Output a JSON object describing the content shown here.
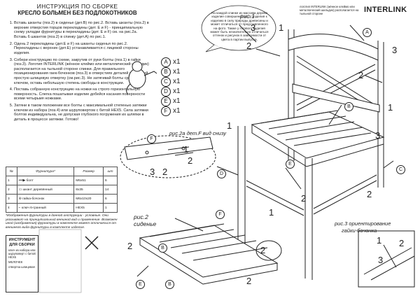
{
  "header": {
    "title1": "ИНСТРУКЦИЯ ПО СБОРКЕ",
    "title2": "КРЕСЛО БОЛЬМЕН БЕЗ ПОДЛОКОТНИКОВ"
  },
  "steps": [
    "Вставь шканты (поз.2) в сиденье (дет.В) по рис.2. Вставь шканты (поз.2) в верхние отверстия торцов перекладины (дет. Е и F) - принципиальную схему укладки фурнитуры в перекладины (дет. Е и F) см. на рис.2а. Вставь 6 шкантов (поз.2) в спинку (дет.А) по рис.1.",
    "Одень 2 перекладины (дет.Е и F) на шканты сиденья по рис.2. Перекладины с верхних (дет.Е) устанавливается с лицевой стороны изделия.",
    "Собери конструкцию по схеме, закрутив от руки болты (поз.1) в гайки (поз.3). Логотип INTERLINK (жённое клеймо или металлический шильдик) располагается на тыльной стороне спинки. Для правильного позиционирования гаек-бочонков (поз.3) в отверстиях деталей используй простую шлицевую отвертку (см.рис.3). Не затягивай болты сразу ключом, оставь небольшую степень свободы в конструкции.",
    "Поставь собранную конструкцию на ножки на строго горизонтальную поверхность. Слегка пошатывая изделие добейся касания поверхности всеми четырьмя ножками.",
    "Затяни в таком положении все болты с максимальной степенью затяжки ключом из набора (поз.4) или шуруповертом с битой HEX5. Сила затяжки болтов индивидуальна, не допуская глубокого погружения их шляпки в деталь в процессе затяжки. Готово!"
  ],
  "parts": [
    {
      "letter": "A",
      "qty": "x1"
    },
    {
      "letter": "B",
      "qty": "x1"
    },
    {
      "letter": "C",
      "qty": "x1"
    },
    {
      "letter": "D",
      "qty": "x1"
    },
    {
      "letter": "E",
      "qty": "x1"
    },
    {
      "letter": "F",
      "qty": "x1"
    }
  ],
  "hardware": {
    "headers": [
      "№",
      "Фурнитура*",
      "Размер",
      "шт"
    ],
    "rows": [
      {
        "n": "1",
        "name": "болт",
        "size": "M6x51",
        "qty": "6"
      },
      {
        "n": "2",
        "name": "шкант деревянный",
        "size": "8x35",
        "qty": "14"
      },
      {
        "n": "3",
        "name": "гайка-бочонок",
        "size": "M6x10x20",
        "qty": "6"
      },
      {
        "n": "4",
        "name": "ключ 6-гранный",
        "size": "HEX5",
        "qty": "1"
      }
    ]
  },
  "note": "*Изображения фурнитуры в данной инструкции - условные. Они указывают на принципиальный внешний вид и применение. Возможен иной (изображения) фурнитуры в комплекте может отличаться от внешнего вида фурнитуры в комплекте изделия.",
  "tools": {
    "title": "ИНСТРУМЕНТ ДЛЯ СБОРКИ",
    "items": [
      "ключ из набора или шуруповерт с битой HEX5",
      "МЕЛОЧЕК",
      "отвертка шлицевая"
    ]
  },
  "brand": {
    "logo": "INTERLINK",
    "note": "логотип INTERLINK (жённое клеймо или металлический шильдик) располагается на тыльной стороне"
  },
  "balloon": "На каждой спинке из массива дерева изделие совершенно не от изделия к изделию в силу природы древесины и может отличаться от представленного на фото. Также у готового изделия может быть незначительно отличаться оттенок и рисунок в зависимости от цвета в партии выпуска.",
  "figures": {
    "fig1": "рис.1",
    "fig2a": "рис.2а дет.F вид снизу",
    "fig2": "рис.2",
    "fig2sub": "сиденье",
    "fig3": "рис.3 ориентирование",
    "fig3sub": "гайки-бочонка"
  }
}
